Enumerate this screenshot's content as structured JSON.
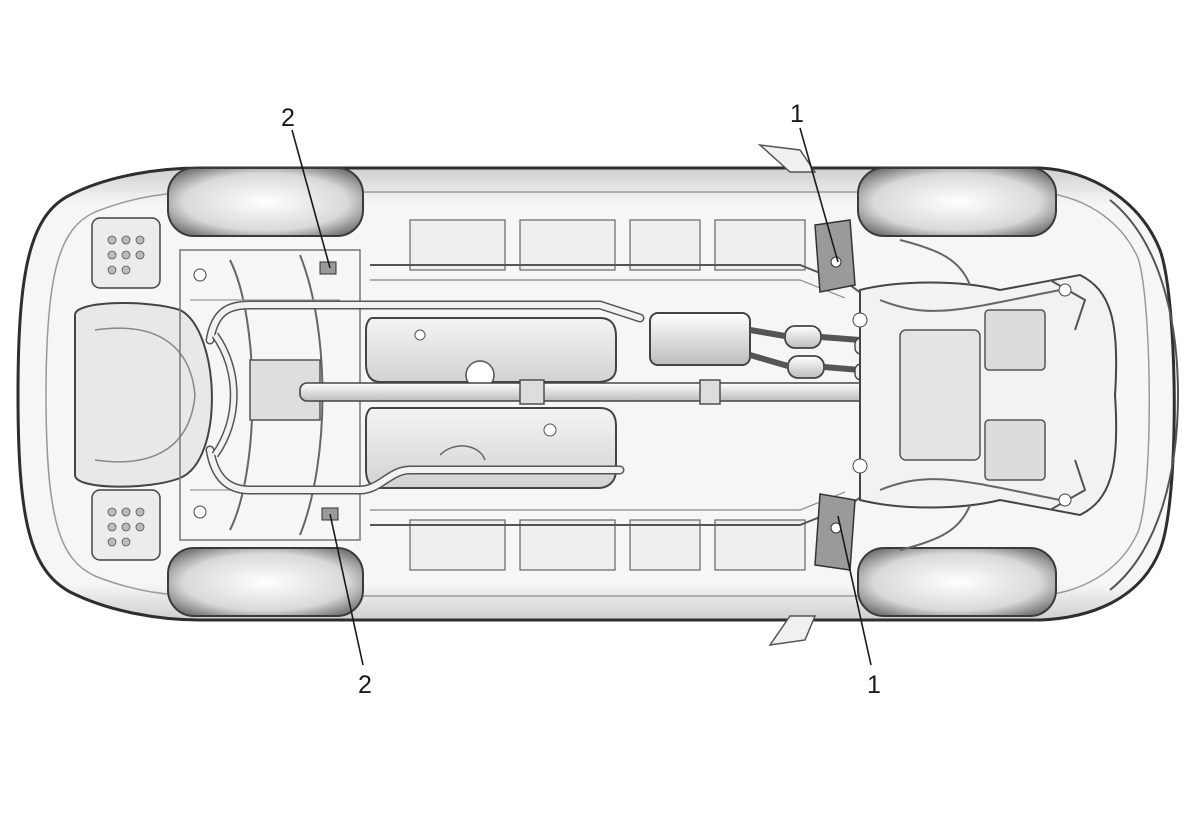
{
  "callouts": [
    {
      "id": "front-upper",
      "label": "1"
    },
    {
      "id": "front-lower",
      "label": "1"
    },
    {
      "id": "rear-upper",
      "label": "2"
    },
    {
      "id": "rear-lower",
      "label": "2"
    }
  ]
}
